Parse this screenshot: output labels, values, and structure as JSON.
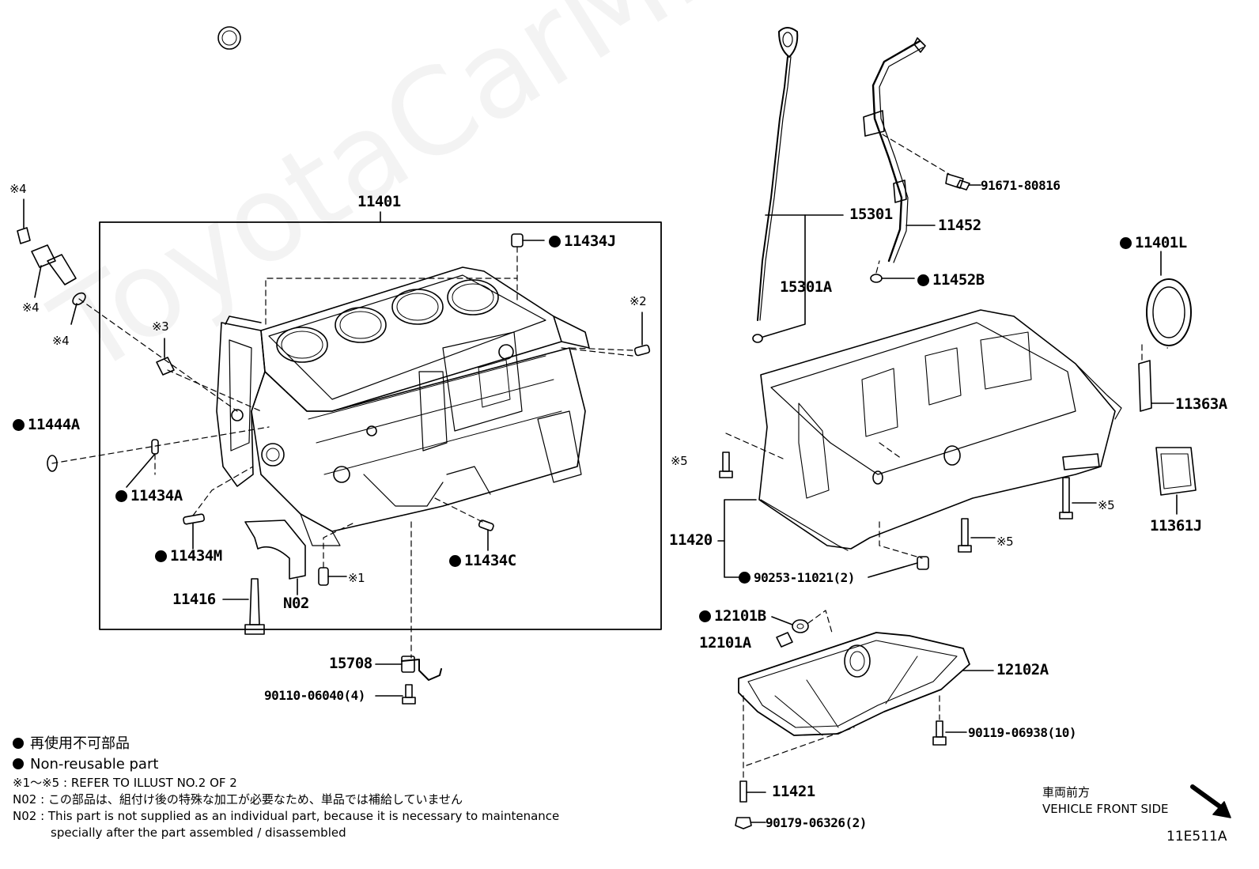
{
  "watermark": "ToyotaCarMine.ru",
  "callouts": {
    "block": "11401",
    "p11434J": "11434J",
    "p11444A": "11444A",
    "p11434A": "11434A",
    "p11434M": "11434M",
    "p11434C": "11434C",
    "p11416": "11416",
    "n02": "N02",
    "p15708": "15708",
    "bolt_90110": "90110-06040(4)",
    "p15301": "15301",
    "p15301A": "15301A",
    "p11452": "11452",
    "p11452B": "11452B",
    "bolt_91671": "91671-80816",
    "p11401L": "11401L",
    "p11363A": "11363A",
    "p11361J": "11361J",
    "p11420": "11420",
    "pin_90253": "90253-11021(2)",
    "p12101B": "12101B",
    "p12101A": "12101A",
    "p12102A": "12102A",
    "bolt_90119": "90119-06938(10)",
    "p11421": "11421",
    "nut_90179": "90179-06326(2)"
  },
  "refs": {
    "r4a": "※4",
    "r4b": "※4",
    "r4c": "※4",
    "r3": "※3",
    "r2": "※2",
    "r1": "※1",
    "r5a": "※5",
    "r5b": "※5",
    "r5c": "※5"
  },
  "notes": {
    "legend_jp": "再使用不可部品",
    "legend_en": "Non-reusable part",
    "refer": "※1～※5 : REFER TO ILLUST NO.2 OF 2",
    "n02_jp": "N02 : この部品は、組付け後の特殊な加工が必要なため、単品では補給していません",
    "n02_en_1": "N02 : This part is not supplied as an individual part, because it is necessary to maintenance",
    "n02_en_2": "specially after the part assembled / disassembled"
  },
  "orientation": {
    "jp": "車両前方",
    "en": "VEHICLE FRONT SIDE"
  },
  "illustration_code": "11E511A"
}
